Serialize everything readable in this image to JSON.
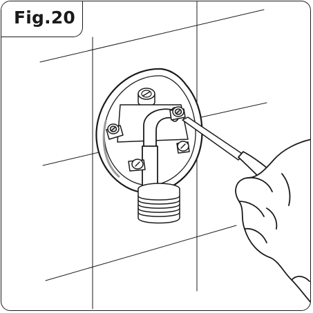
{
  "figure": {
    "label": "Fig.20"
  },
  "illustration": {
    "parts": [
      "wall-tiles",
      "wall-mount-plate",
      "elbow-pipe",
      "threaded-outlet",
      "mounting-screws",
      "screwdriver",
      "hand"
    ],
    "colors": {
      "line": "#1a1a1a",
      "fill": "#ffffff",
      "shade": "#d9d9d9"
    }
  }
}
